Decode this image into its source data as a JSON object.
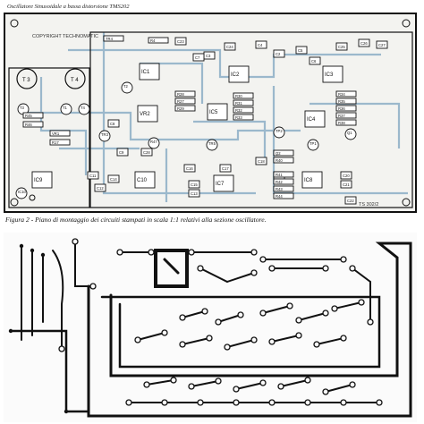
{
  "header": {
    "text": "Oscillatore Sinusoidale a bassa distorsione TMS202"
  },
  "caption": {
    "text": "Figura 2 - Piano di montaggio dei circuiti stampati in scala 1:1 relativi alla sezione oscillatore."
  },
  "layout_labels": {
    "copyright": "COPYRIGHT TECHNOMATIC",
    "board_code": "TS 302/2",
    "component_refs": [
      "TR4",
      "R4",
      "C23",
      "C3",
      "C4",
      "C5",
      "C25",
      "C26",
      "C27",
      "C7",
      "C24",
      "C2",
      "C6",
      "IC1",
      "IC2",
      "IC3",
      "T3",
      "T4",
      "T1",
      "T2",
      "VR2",
      "IC5",
      "IC4",
      "TR3",
      "R28",
      "R27",
      "R29",
      "R30",
      "R31",
      "R32",
      "R33",
      "R34",
      "R35",
      "R36",
      "R37",
      "R38",
      "C8",
      "C9",
      "C17",
      "C18",
      "C19",
      "C20",
      "C21",
      "C22",
      "C28",
      "C16",
      "C15",
      "C13",
      "C14",
      "C12",
      "C11",
      "C10",
      "IC7",
      "IC8",
      "IC9",
      "IC10",
      "TR5",
      "TP1",
      "TP2",
      "Q1",
      "Q2",
      "R40",
      "R41",
      "R42",
      "R43",
      "R44",
      "R45",
      "R46",
      "R47",
      "VR1",
      "R17",
      "R22"
    ]
  },
  "colors": {
    "board": "#f3f3f0",
    "trace": "#9bb8cc",
    "ink": "#111111",
    "copper": "#111111"
  }
}
